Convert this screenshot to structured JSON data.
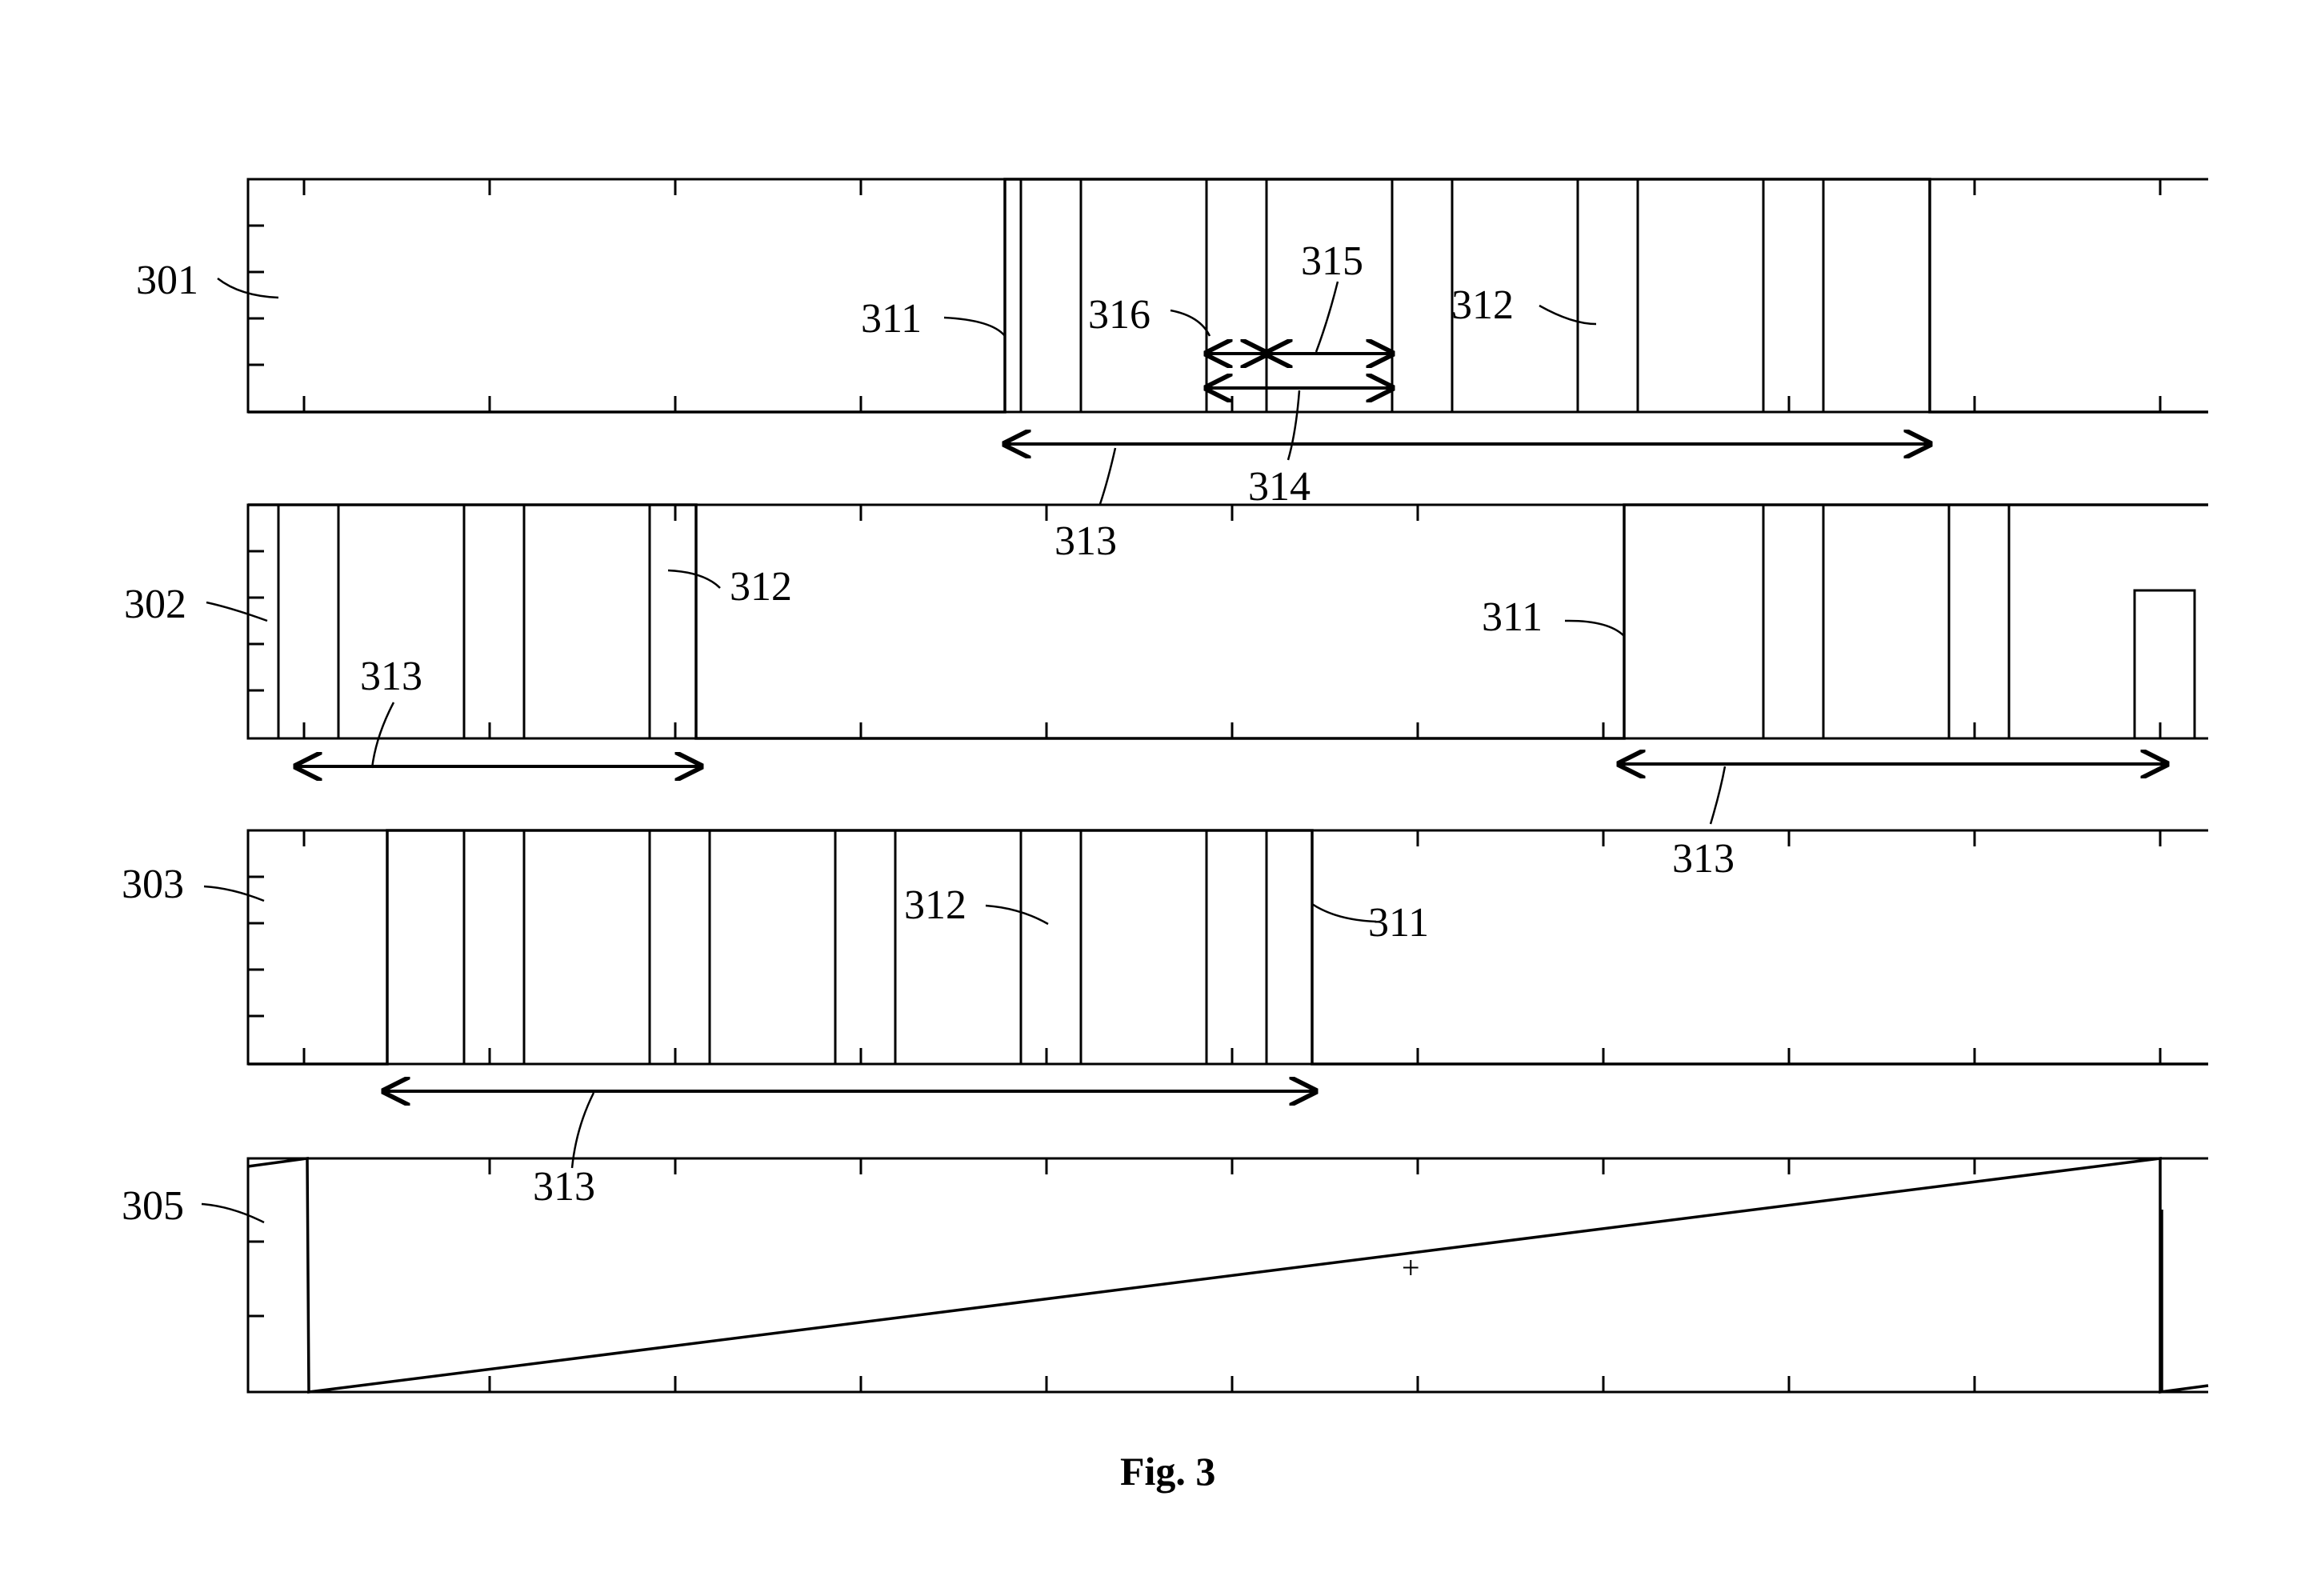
{
  "figure": {
    "caption": "Fig. 3",
    "panels": [
      {
        "ref": "301"
      },
      {
        "ref": "302"
      },
      {
        "ref": "303"
      },
      {
        "ref": "305"
      }
    ],
    "labels": {
      "p301_311": "311",
      "p301_316": "316",
      "p301_315": "315",
      "p301_312": "312",
      "p301_314": "314",
      "p301_313": "313",
      "p302_312": "312",
      "p302_313a": "313",
      "p302_311": "311",
      "p302_313b": "313",
      "p303_312": "312",
      "p303_311": "311",
      "p303_313": "313",
      "p305_plus": "+"
    }
  }
}
